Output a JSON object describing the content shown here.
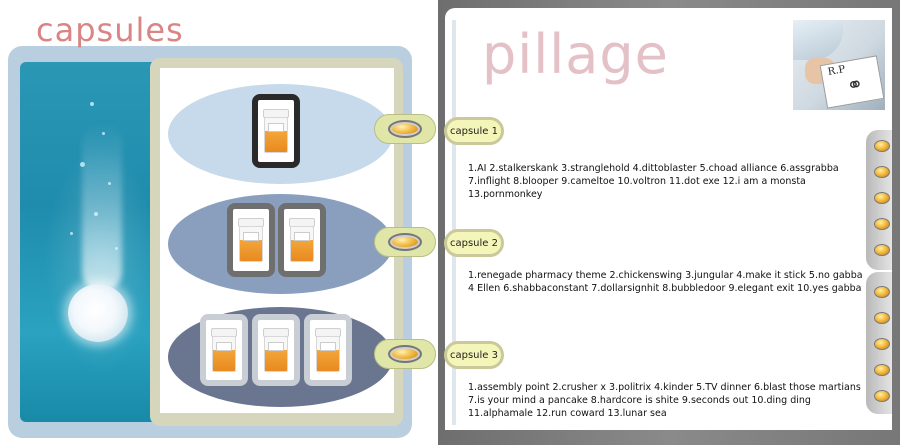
{
  "left": {
    "title": "capsules"
  },
  "right": {
    "title": "pillage"
  },
  "rx_card": {
    "text": "R.P"
  },
  "capsules": [
    {
      "label": "capsule 1",
      "tracks": "1.AI 2.stalkerskank 3.stranglehold 4.dittoblaster 5.choad alliance 6.assgrabba 7.inflight 8.blooper 9.cameltoe 10.voltron 11.dot exe 12.i am a monsta 13.pornmonkey"
    },
    {
      "label": "capsule 2",
      "tracks": "1.renegade pharmacy theme 2.chickenswing 3.jungular 4.make it stick 5.no gabba 4 Ellen 6.shabbaconstant 7.dollarsignhit 8.bubbledoor 9.elegant exit 10.yes gabba"
    },
    {
      "label": "capsule 3",
      "tracks": "1.assembly point 2.crusher x 3.politrix 4.kinder 5.TV dinner 6.blast those martians 7.is your mind a pancake 8.hardcore is shite 9.seconds out 10.ding ding 11.alphamale 12.run coward 13.lunar sea"
    }
  ],
  "colors": {
    "title_left": "#d98585",
    "title_right": "#e3c1c7",
    "label_bg": "#f4f5b8",
    "pill": "#f2b536"
  },
  "icons": [
    "pill-icon",
    "pill-bottle-icon",
    "prescription-photo"
  ]
}
